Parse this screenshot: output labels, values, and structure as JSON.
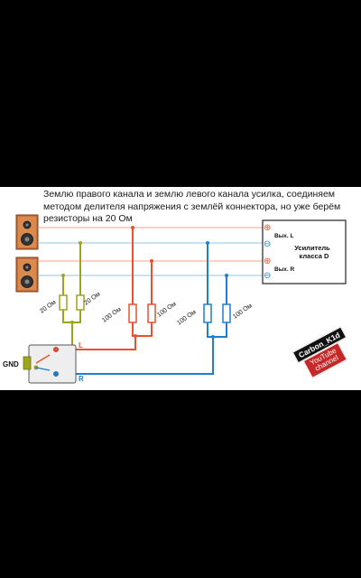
{
  "caption": "Землю правого канала и землю левого канала усилка, соединяем методом делителя напряжения с землёй коннектора, но уже берём резисторы на 20 Ом",
  "resistor_labels": {
    "left_1": "20 Ом",
    "left_2": "20 Ом",
    "red_1": "100 Ом",
    "red_2": "100 Ом",
    "blue_1": "100 Ом",
    "blue_2": "100 Ом"
  },
  "amplifier": {
    "plus_top": "⊕",
    "minus_top": "⊖",
    "out_l": "Вых. L",
    "plus_bottom": "⊕",
    "minus_bottom": "⊖",
    "out_r": "Вых. R",
    "title_line1": "Усилитель",
    "title_line2": "класса D"
  },
  "connector": {
    "gnd": "GND",
    "l": "L",
    "r": "R"
  },
  "watermark": {
    "channel": "Carbon_K1d",
    "youtube_line1": "YouTube",
    "youtube_line2": "channel"
  },
  "colors": {
    "background": "#000000",
    "panel": "#ffffff",
    "wire_red": "#e8502e",
    "wire_blue": "#1e7fd0",
    "wire_olive": "#9ea51d",
    "wire_red_light": "#f4a58c",
    "wire_blue_light": "#8fc4ea",
    "speaker_wood": "#c8713a"
  }
}
